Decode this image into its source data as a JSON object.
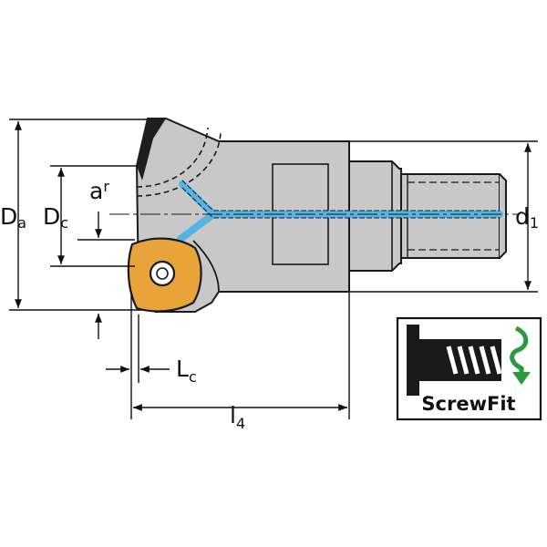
{
  "labels": {
    "Da": {
      "main": "D",
      "sub": "a"
    },
    "Dc": {
      "main": "D",
      "sub": "c"
    },
    "ar": {
      "main": "a",
      "sub": "r"
    },
    "d1": {
      "main": "d",
      "sub": "1"
    },
    "Lc": {
      "main": "L",
      "sub": "c"
    },
    "l4": {
      "main": "l",
      "sub": "4"
    }
  },
  "badge": {
    "text": "ScrewFit",
    "icon": "screw-thread-icon",
    "arrow_icon": "curved-arrow-down-icon"
  },
  "colors": {
    "body": "#c8c8c8",
    "outline": "#1a1a1a",
    "coolant": "#55b4e6",
    "insert": "#e8a33a",
    "badge_border": "#111111",
    "arrow": "#2b9a3a"
  }
}
